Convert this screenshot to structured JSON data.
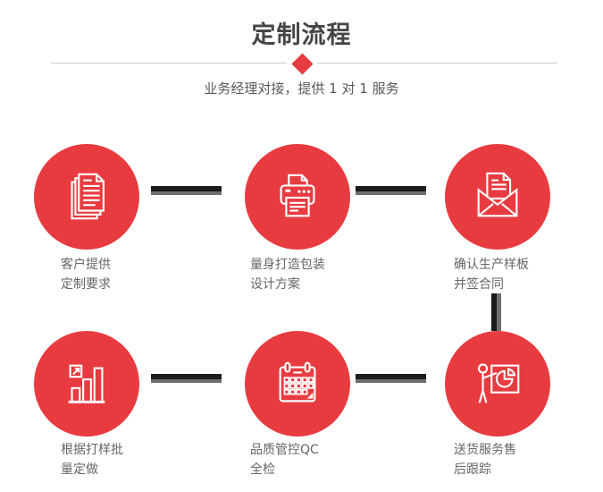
{
  "header": {
    "title": "定制流程",
    "subtitle": "业务经理对接，提供 1 对 1 服务"
  },
  "colors": {
    "accent_red": "#E73B40",
    "connector_dark": "#1C1C1C",
    "connector_gray": "#6E6E6E",
    "divider_line": "#CCCCCC",
    "title_text": "#454545",
    "subtitle_text": "#595959",
    "label_text": "#666666",
    "icon_stroke": "#FFFFFF"
  },
  "steps": [
    {
      "icon": "documents-icon",
      "label_line1": "客户提供",
      "label_line2": "定制要求"
    },
    {
      "icon": "printer-icon",
      "label_line1": "量身打造包装",
      "label_line2": "设计方案"
    },
    {
      "icon": "envelope-letter-icon",
      "label_line1": "确认生产样板",
      "label_line2": "并签合同"
    },
    {
      "icon": "growth-bar-chart-icon",
      "label_line1": "根据打样批",
      "label_line2": "量定做"
    },
    {
      "icon": "calendar-icon",
      "label_line1": "品质管控QC",
      "label_line2": "全检"
    },
    {
      "icon": "presentation-icon",
      "label_line1": "送货服务售",
      "label_line2": "后跟踪"
    }
  ]
}
